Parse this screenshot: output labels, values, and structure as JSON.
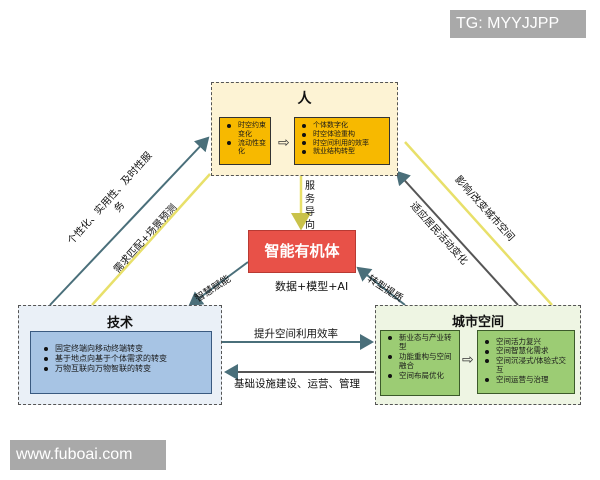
{
  "watermarks": {
    "top_right": "TG: MYYJJPP",
    "bottom_left": "www.fuboai.com"
  },
  "colors": {
    "person_bg": "#fdf3d4",
    "person_inner": "#f7b900",
    "tech_bg": "#eaf0f7",
    "tech_inner": "#a7c4e4",
    "city_bg": "#eef5e3",
    "city_inner": "#9ccc74",
    "core": "#e85148",
    "line_blue": "#4a6f7a",
    "line_yellow": "#e8e06a"
  },
  "person": {
    "title": "人",
    "left_items": [
      "时空约束变化",
      "流动性变化"
    ],
    "right_items": [
      "个体数字化",
      "时空体验重构",
      "时空间利用的效率",
      "就业结构转型"
    ]
  },
  "technology": {
    "title": "技术",
    "items": [
      "固定终端向移动终端转变",
      "基于地点向基于个体需求的转变",
      "万物互联向万物智联的转变"
    ]
  },
  "city": {
    "title": "城市空间",
    "left_items": [
      "新业态与产业转型",
      "功能重构与空间融合",
      "空间布局优化"
    ],
    "right_items": [
      "空间活力复兴",
      "空间智慧化需求",
      "空间沉浸式/体验式交互",
      "空间运营与治理"
    ]
  },
  "core": {
    "title": "智能有机体",
    "subtitle": "数据+模型+AI"
  },
  "edges": {
    "service_orientation": "服务导向",
    "personalization": "个性化、实用性、及时性服务",
    "demand_matching": "需求匹配+场景预测",
    "smart_empower": "智慧赋能",
    "transform_upgrade": "转型提质",
    "adapt_residents": "适应居民活动变化",
    "influence_city": "影响/改变城市空间",
    "improve_efficiency": "提升空间利用效率",
    "infrastructure": "基础设施建设、运营、管理"
  }
}
